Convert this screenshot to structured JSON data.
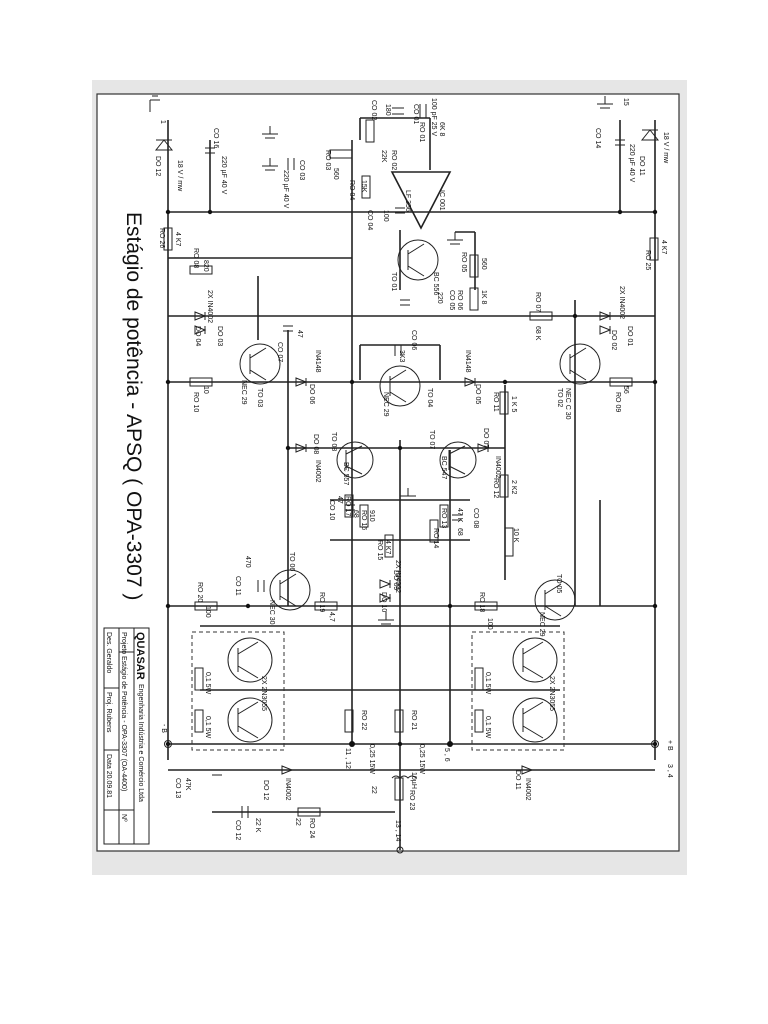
{
  "title": "Estágio de potência - APSQ  ( OPA-3307 )",
  "title_block": {
    "company": "QUASAR",
    "company_sub": "Engenharia Indústria e Comércio Ltda",
    "projeto_label": "Projeto",
    "projeto_value": "Estágio de Potência - OPA-3307  (OA-4400)",
    "des_label": "Des. Geraldo",
    "proj_label": "Proj. Rubens",
    "data_label": "Data 20.09.81",
    "n_label": "Nº",
    "des_row": "Des. Geraldo",
    "proj_row": "Proj. Rubens"
  },
  "nodes": {
    "n1": "1",
    "n15": "15",
    "n34": "3 , 4",
    "n56": "5 , 6",
    "n1112": "11 , 12",
    "n1314": "13 , 14",
    "plus_b": "+ B",
    "minus_b": "- B"
  },
  "components": {
    "ic001": "IC 001",
    "lf356": "LF 356",
    "to01": "TO 01",
    "bc556": "BC 556",
    "to02": "TO 02",
    "nec30a": "NEC C 30",
    "to03": "TO 03",
    "nec29a": "NEC 29",
    "to04": "TO 04",
    "nec29b": "NEC 29",
    "to05": "TO 05",
    "nec29c": "NEC 29",
    "to06": "TO 06",
    "nec30b": "NEC 30",
    "to07": "TO 07",
    "bc547": "BC 547",
    "to08": "TO 08",
    "bc557": "BC 557",
    "out_a": "2X 2N3055",
    "out_b": "2X 2N3055",
    "r_01": "RO 01",
    "r_01v": "6K 8",
    "r_02": "RO 02",
    "r_02v": "22K",
    "r_03": "RO 03",
    "r_03v": "560",
    "r_04": "RO 04",
    "r_04v": "15K",
    "r_05": "RO 05",
    "r_05v": "560",
    "r_06": "RO 06",
    "r_06v": "1K 8",
    "r_07": "RO 07",
    "r_07v": "68 K",
    "r_08": "RO 08",
    "r_08v": "820",
    "r_09": "RO 09",
    "r_09v": "56",
    "r_10": "RO 10",
    "r_10v": "10",
    "r_11": "RO 11",
    "r_11v": "1 K 5",
    "r_12": "RO 12",
    "r_12v": "2 K2",
    "r_13": "RO 13",
    "r_13v": "47 K",
    "r_14": "RO 14",
    "r_14v": "68",
    "r_15": "RO 15",
    "r_15v": "4 K7",
    "r_16": "RO 16",
    "r_16v": "910",
    "r_17": "RO 17",
    "r_17v": "68",
    "r_18": "RO 18",
    "r_18v": "100",
    "r_19": "RO 19",
    "r_19v": "4,7",
    "r_20": "RO 20",
    "r_20v": "100",
    "r_21": "RO 21",
    "r_21v": "0,25 15W",
    "r_22": "RO 22",
    "r_22v": "0,25 15W",
    "r_23": "RO 23",
    "r_23v": "22",
    "r_24": "RO 24",
    "r_24v": "22",
    "r_25": "RO 25",
    "r_25v": "4 K7",
    "r_26": "RO 26",
    "r_26v": "4 K7",
    "r_emit_a1": "0,1 5W",
    "r_emit_a2": "0,1 5W",
    "r_emit_b1": "0,1 5W",
    "r_emit_b2": "0,1 5W",
    "pot": "10 K",
    "c_01": "CO 01",
    "c_01v": "100 pF 25 V",
    "c_02": "CO 02",
    "c_02v": "180",
    "c_03": "CO 03",
    "c_03v": "220 µF 40 V",
    "c_04": "CO 04",
    "c_04v": "100",
    "c_05": "CO 05",
    "c_05v": "220",
    "c_06": "CO 06",
    "c_06v": "3K3",
    "c_07": "CO 07",
    "c_07v": "47",
    "c_08": "CO 08",
    "c_10": "CO 10",
    "c_10v": "47",
    "c_11": "CO 11",
    "c_11v": "470",
    "c_12": "CO 12",
    "c_12v": "22 K",
    "c_13": "CO 13",
    "c_13v": "47K",
    "c_14": "CO 14",
    "c_14v": "220 µF 40 V",
    "c_16": "CO 16",
    "c_16v": "220 µF 40 V",
    "l_1": "10µH",
    "d_01": "DO 01",
    "d_02": "DO 02",
    "d_03": "DO 03",
    "d_04": "DO 04",
    "d_05": "DO 05",
    "d_06": "DO 06",
    "d_07": "DO 07",
    "d_08": "DO 08",
    "d_09": "DO 09",
    "d_10": "DO 10",
    "d_11": "DO 11",
    "d_12": "DO 12",
    "d_11b": "DO 11",
    "d_12b": "DO 12",
    "z_11": "18 V / mw",
    "z_12": "18 V / mw",
    "d_4148a": "IN4148",
    "d_4148b": "IN4148",
    "d_4002a": "IN4002",
    "d_4002b": "IN4002",
    "d_4002c": "2X IN4002",
    "d_4002d": "2X IN4002",
    "d_4002e": "2X IN4002",
    "d_4002f": "IN4002",
    "d_4002g": "IN4002"
  }
}
